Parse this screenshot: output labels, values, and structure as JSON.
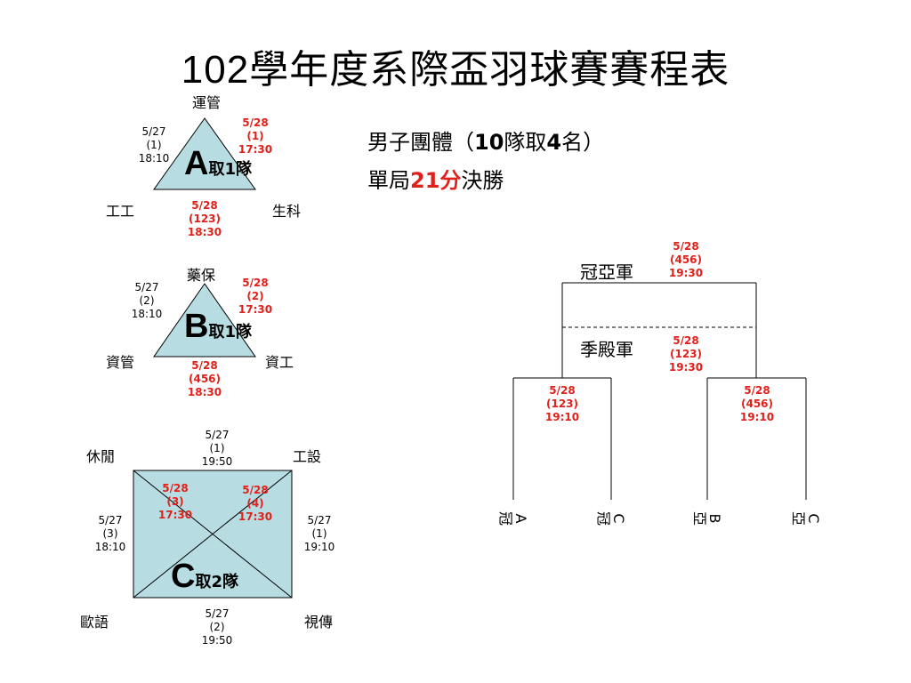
{
  "title": "102學年度系際盃羽球賽賽程表",
  "rules": {
    "line1_prefix": "男子團體（",
    "line1_num1": "10",
    "line1_mid": "隊取",
    "line1_num2": "4",
    "line1_suffix": "名）",
    "line2_prefix": "單局",
    "line2_points": "21分",
    "line2_suffix": "決勝"
  },
  "groupA": {
    "letter": "A",
    "advance": "取1隊",
    "teams": {
      "top": "運管",
      "left": "工工",
      "right": "生科"
    },
    "matches": {
      "left_edge": "5/27\n(1)\n18:10",
      "right_edge": "5/28\n(1)\n17:30",
      "bottom_edge": "5/28\n(123)\n18:30"
    }
  },
  "groupB": {
    "letter": "B",
    "advance": "取1隊",
    "teams": {
      "top": "藥保",
      "left": "資管",
      "right": "資工"
    },
    "matches": {
      "left_edge": "5/27\n(2)\n18:10",
      "right_edge": "5/28\n(2)\n17:30",
      "bottom_edge": "5/28\n(456)\n18:30"
    }
  },
  "groupC": {
    "letter": "C",
    "advance": "取2隊",
    "teams": {
      "top_left": "休閒",
      "top_right": "工設",
      "bottom_left": "歐語",
      "bottom_right": "視傳"
    },
    "matches": {
      "top": "5/27\n(1)\n19:50",
      "bottom": "5/27\n(2)\n19:50",
      "left": "5/27\n(3)\n18:10",
      "right": "5/27\n(1)\n19:10",
      "diag1": "5/28\n(3)\n17:30",
      "diag2": "5/28\n(4)\n17:30"
    }
  },
  "bracket": {
    "final_label": "冠亞軍",
    "final_match": "5/28\n(456)\n19:30",
    "third_label": "季殿軍",
    "third_match": "5/28\n(123)\n19:30",
    "semi_left": "5/28\n(123)\n19:10",
    "semi_right": "5/28\n(456)\n19:10",
    "entrants": [
      "A冠",
      "C冠",
      "B亞",
      "C亞"
    ]
  },
  "colors": {
    "shape_fill": "#b7dde3",
    "highlight": "#e0201a",
    "line": "#000000"
  }
}
